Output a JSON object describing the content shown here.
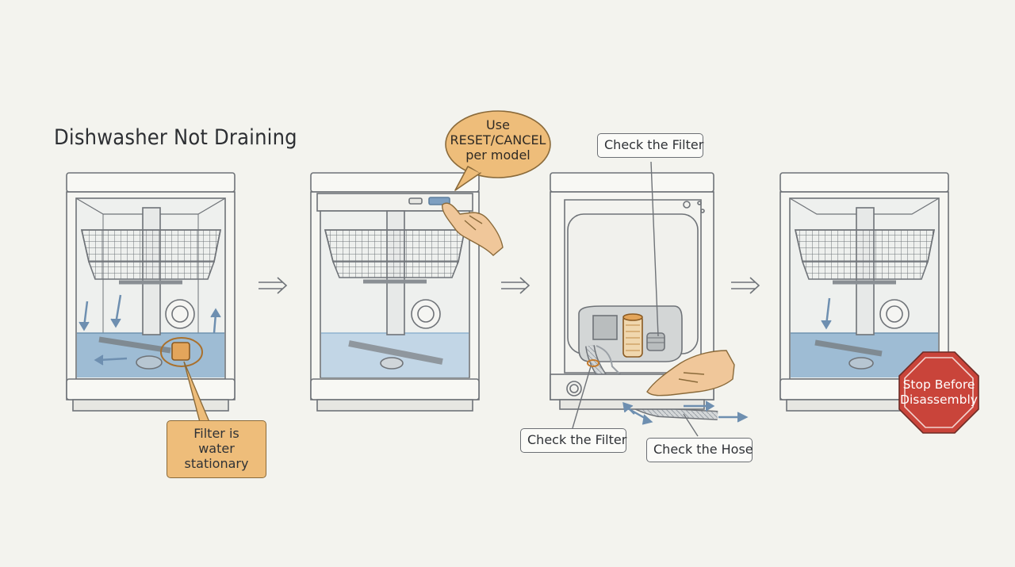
{
  "title": "Dishwasher Not Draining",
  "steps": [
    {
      "callout": "Filter is water\nstationary"
    },
    {
      "callout": "Use\nRESET/CANCEL\nper model"
    },
    {
      "callouts": [
        "Check the Filter",
        "Check the Filter",
        "Check the Hose"
      ]
    },
    {
      "callout": "Stop Before\nDisassembly"
    }
  ],
  "colors": {
    "water": "#8fb3cf",
    "accent_orange": "#eebd7a",
    "stop_red": "#c9443a",
    "line": "#6f7378"
  },
  "icons": [
    "flow-arrow-icon",
    "pointing-hand-icon",
    "stop-sign-icon"
  ]
}
